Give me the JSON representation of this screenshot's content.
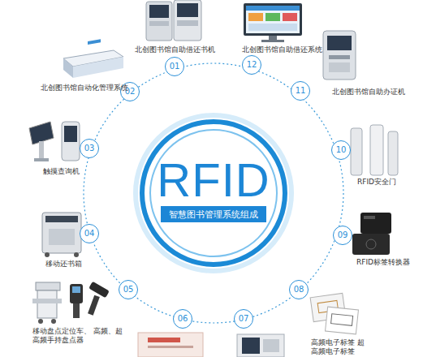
{
  "diagram": {
    "nodes": [
      {
        "text": [
          "RFID"
        ]
      },
      {
        "text": [
          "智慧图书管理系统组成"
        ],
        "in": 0
      },
      {
        "text": [
          "01"
        ]
      },
      {
        "text": [
          "02"
        ]
      },
      {
        "text": [
          "03"
        ]
      },
      {
        "text": [
          "04"
        ]
      },
      {
        "text": [
          "05"
        ]
      },
      {
        "text": [
          "06"
        ]
      },
      {
        "text": [
          "07"
        ]
      },
      {
        "text": [
          "08"
        ]
      },
      {
        "text": [
          "09"
        ]
      },
      {
        "text": [
          "10"
        ]
      },
      {
        "text": [
          "11"
        ]
      },
      {
        "text": [
          "12"
        ]
      }
    ],
    "labels": [
      "北创图书馆自助借还书机",
      "北创图书馆自助借还系统",
      "北创图书馆自动化管理系统",
      "北创图书馆自助办证机",
      "触摸查询机",
      "RFID安全门",
      "移动还书箱",
      "RFID标签转换器",
      "移动盘点定位车、 高频、超高频手持盘点器",
      "高频电子标签 超高频电子标签"
    ]
  }
}
